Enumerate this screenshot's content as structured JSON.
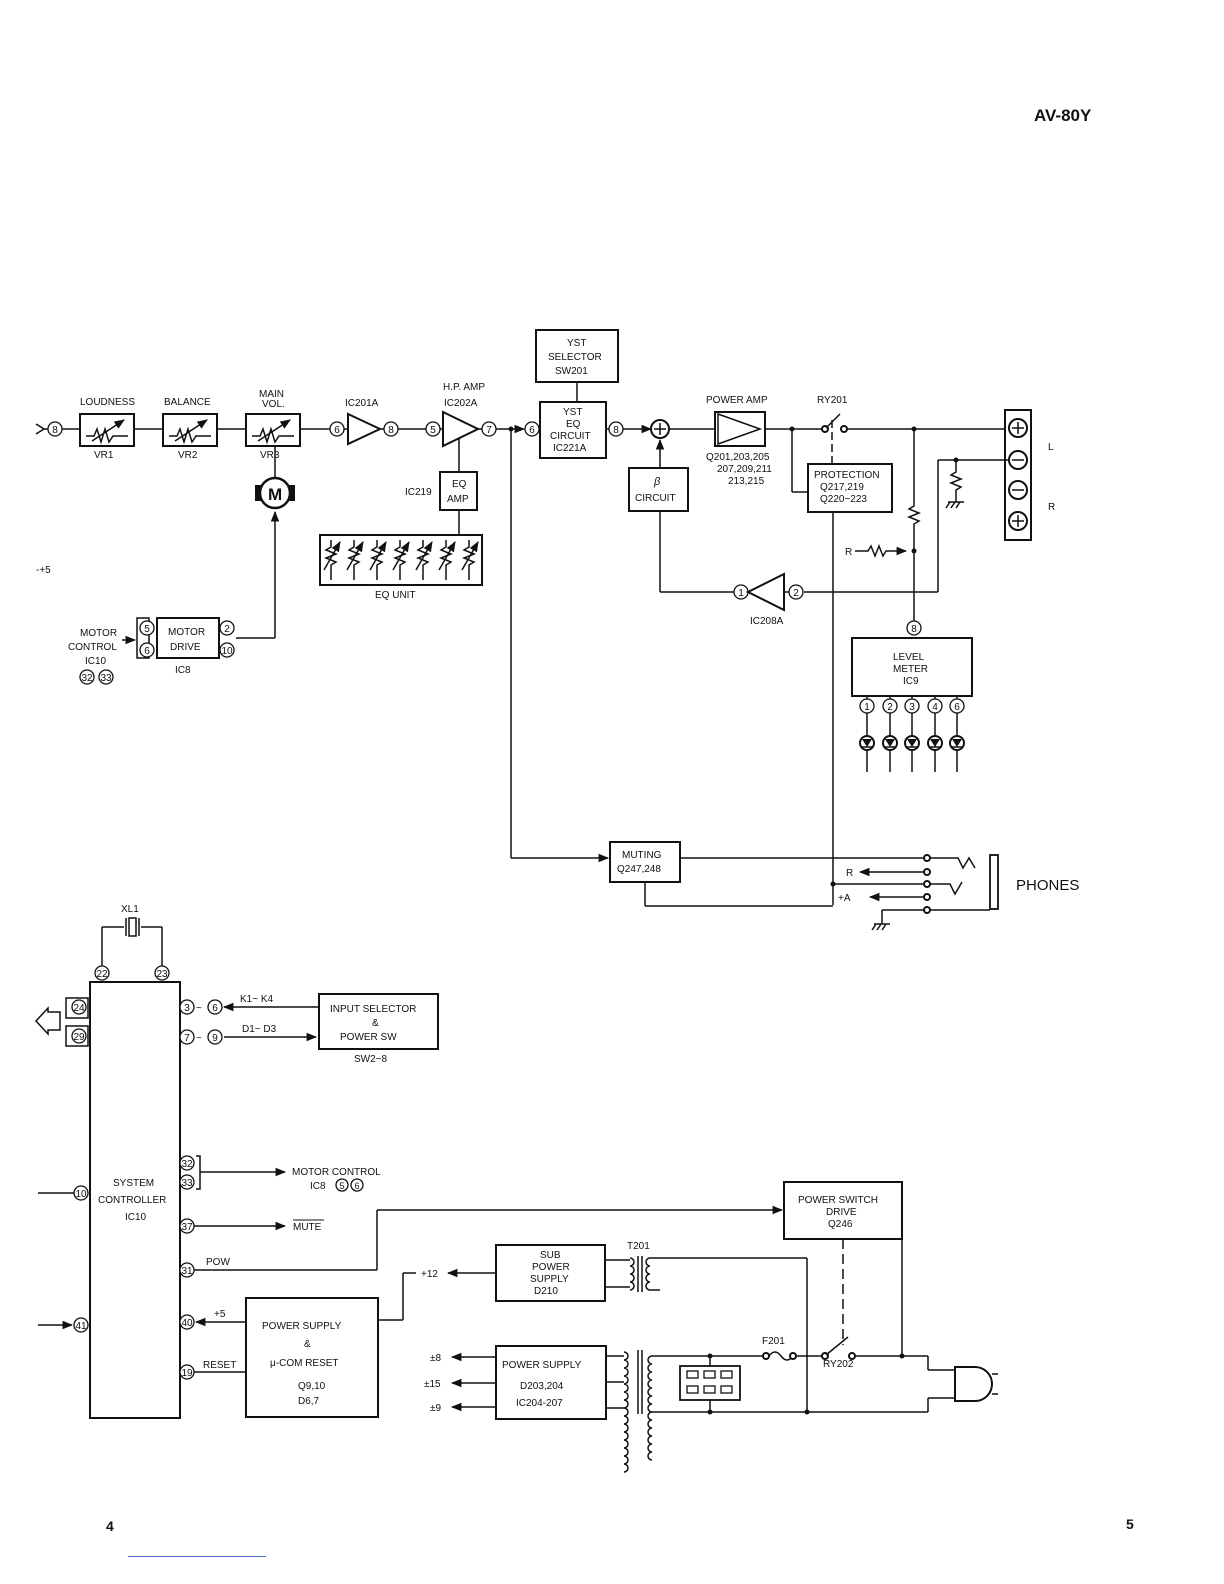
{
  "header": {
    "model": "AV-80Y"
  },
  "footer": {
    "page_left": "4",
    "page_right": "5"
  },
  "audio": {
    "loudness": "LOUDNESS",
    "vr1": "VR1",
    "balance": "BALANCE",
    "vr2": "VR2",
    "main_vol_1": "MAIN",
    "main_vol_2": "VOL.",
    "vr3": "VR3",
    "motor": "M",
    "ic201a": "IC201A",
    "hp_amp_1": "H.P. AMP",
    "hp_amp_2": "IC202A",
    "ic219": "IC219",
    "eq_amp_1": "EQ",
    "eq_amp_2": "AMP",
    "eq_unit": "EQ UNIT",
    "yst_sel_1": "YST",
    "yst_sel_2": "SELECTOR",
    "yst_sel_3": "SW201",
    "yst_eq_1": "YST",
    "yst_eq_2": "EQ",
    "yst_eq_3": "CIRCUIT",
    "yst_eq_4": "IC221A",
    "beta_1": "β",
    "beta_2": "CIRCUIT",
    "power_amp": "POWER AMP",
    "q_1": "Q201,203,205",
    "q_2": "207,209,211",
    "q_3": "213,215",
    "ry201": "RY201",
    "prot_1": "PROTECTION",
    "prot_2": "Q217,219",
    "prot_3": "Q220~223",
    "ic208a": "IC208A",
    "r_in": "R",
    "spk_l": "L",
    "spk_r": "R",
    "lvl_1": "LEVEL",
    "lvl_2": "METER",
    "lvl_3": "IC9",
    "muting_1": "MUTING",
    "muting_2": "Q247,248",
    "phones": "PHONES",
    "ph_r": "R",
    "ph_a": "+A",
    "plus5": "-+5",
    "motor_ctl_1": "MOTOR",
    "motor_ctl_2": "CONTROL",
    "motor_ctl_3": "IC10",
    "motor_drive_1": "MOTOR",
    "motor_drive_2": "DRIVE",
    "ic8": "IC8"
  },
  "control": {
    "xl1": "XL1",
    "sys_1": "SYSTEM",
    "sys_2": "CONTROLLER",
    "sys_3": "IC10",
    "k": "K1~ K4",
    "d": "D1~ D3",
    "in_sel_1": "INPUT SELECTOR",
    "in_sel_2": "&",
    "in_sel_3": "POWER SW",
    "sw": "SW2~8",
    "motor_ctl_1": "MOTOR CONTROL",
    "motor_ctl_2": "IC8",
    "mute": "MUTE",
    "pow": "POW",
    "plus5": "+5",
    "reset": "RESET",
    "pwr_sw_1": "POWER SWITCH",
    "pwr_sw_2": "DRIVE",
    "pwr_sw_3": "Q246",
    "t201": "T201",
    "sub_1": "SUB",
    "sub_2": "POWER",
    "sub_3": "SUPPLY",
    "sub_4": "D210",
    "plus12": "+12",
    "ps_1": "POWER SUPPLY",
    "ps_2": "&",
    "ps_3": "μ-COM RESET",
    "ps_4": "Q9,10",
    "ps_5": "D6,7",
    "main_ps_1": "POWER SUPPLY",
    "main_ps_2": "D203,204",
    "main_ps_3": "IC204-207",
    "v8": "±8",
    "v15": "±15",
    "v9": "±9",
    "f201": "F201",
    "ry202": "RY202"
  },
  "pins": {
    "p8": "8",
    "p6": "6",
    "p5": "5",
    "p7": "7",
    "p1": "1",
    "p2": "2",
    "p3": "3",
    "p4": "4",
    "p10": "10",
    "p22": "22",
    "p23": "23",
    "p24": "24",
    "p29": "29",
    "p9": "9",
    "p32": "32",
    "p33": "33",
    "p37": "37",
    "p31": "31",
    "p40": "40",
    "p19": "19",
    "p41": "41"
  }
}
